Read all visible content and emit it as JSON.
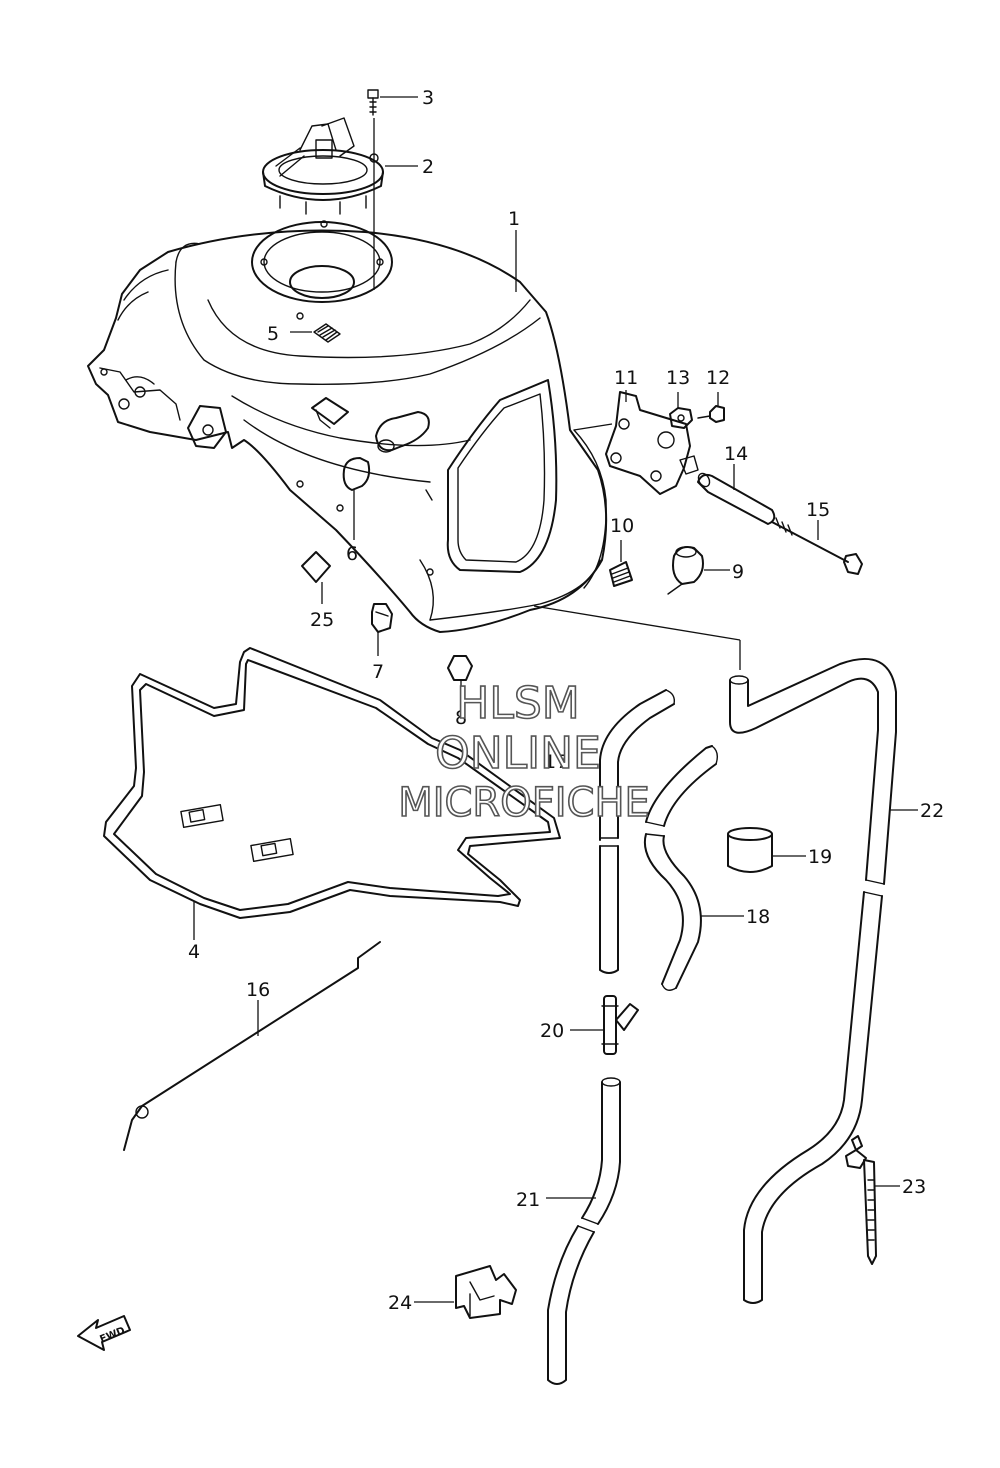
{
  "watermark": {
    "line1": "HLSM",
    "line2": "ONLINE",
    "line3": "MICROFICHE"
  },
  "fwd_label": "FWD",
  "callouts": {
    "c1": "1",
    "c2": "2",
    "c3": "3",
    "c4": "4",
    "c5": "5",
    "c6": "6",
    "c7": "7",
    "c8": "8",
    "c9": "9",
    "c10": "10",
    "c11": "11",
    "c12": "12",
    "c13": "13",
    "c14": "14",
    "c15": "15",
    "c16": "16",
    "c17": "17",
    "c18": "18",
    "c19": "19",
    "c20": "20",
    "c21": "21",
    "c22": "22",
    "c23": "23",
    "c24": "24",
    "c25": "25"
  }
}
